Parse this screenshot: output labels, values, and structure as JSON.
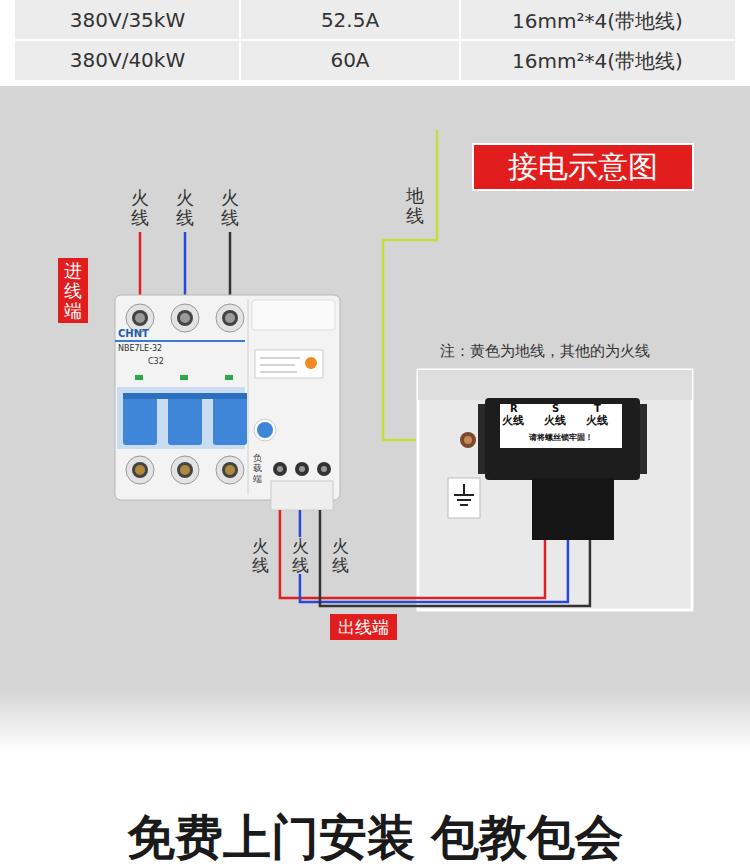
{
  "diagram": {
    "title": "接电示意图",
    "nodes": [
      {
        "text": [
          "接电示意图"
        ]
      },
      {
        "text": [
          "进线端"
        ]
      },
      {
        "text": [
          "CHNT",
          "NBE7LE-32",
          "C32",
          "负载端"
        ]
      },
      {
        "text": [
          "R",
          "S",
          "T",
          "火线",
          "火线",
          "火线",
          "请将螺丝锁牢固！"
        ]
      },
      {
        "text": [
          "出线端"
        ]
      }
    ],
    "edges": [
      {
        "from": 2,
        "to": 3,
        "arrow": "none"
      },
      {
        "from": 2,
        "to": 3,
        "arrow": "none"
      },
      {
        "from": 2,
        "to": 3,
        "arrow": "none"
      }
    ],
    "labels": [
      "380V/35kW",
      "52.5A",
      "16mm²*4(带地线)",
      "380V/40kW",
      "60A",
      "16mm²*4(带地线)",
      "火线",
      "火线",
      "火线",
      "地线",
      "注：黄色为地线，其他的为火线",
      "火线",
      "火线",
      "火线",
      "免费上门安装 包教包会"
    ]
  }
}
